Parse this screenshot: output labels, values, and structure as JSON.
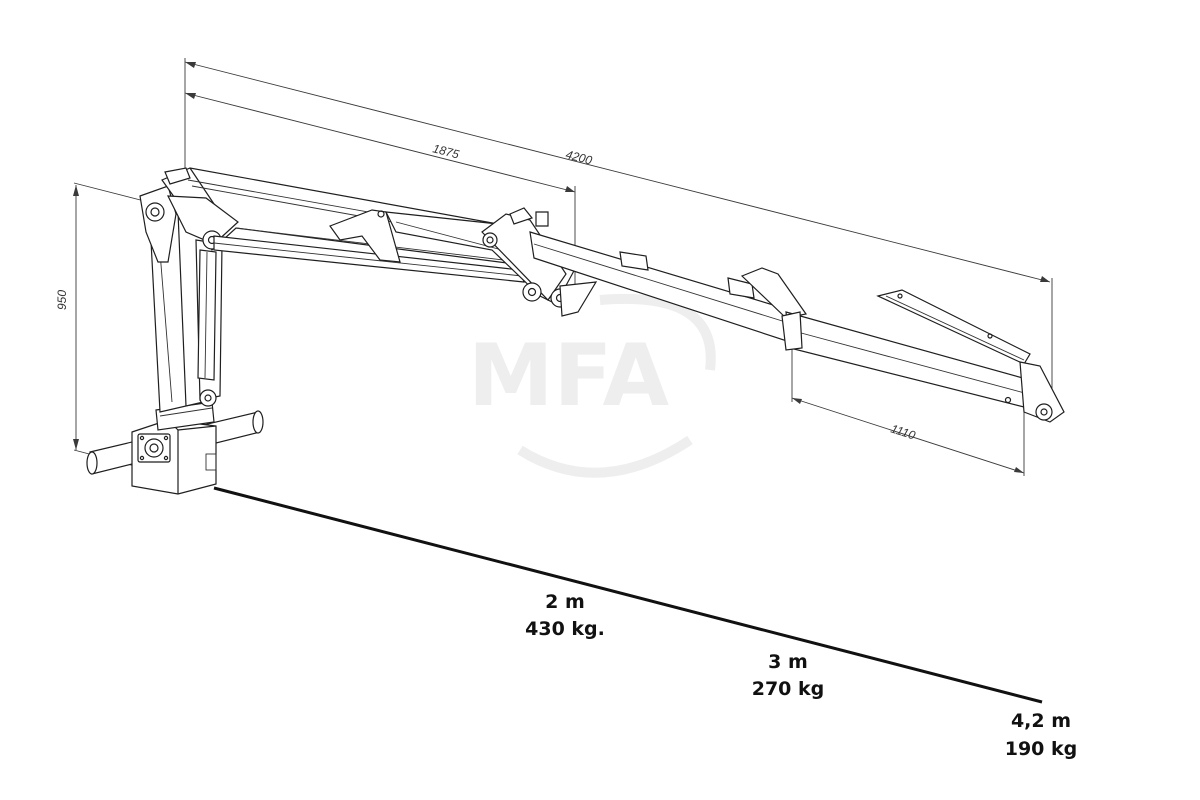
{
  "watermark": {
    "text": "MFA",
    "color": "#e9e9e9"
  },
  "dimensions": {
    "total_reach": "4200",
    "main_boom": "1875",
    "column_height": "950",
    "extension": "1110"
  },
  "load_chart": [
    {
      "reach": "2 m",
      "load": "430 kg."
    },
    {
      "reach": "3 m",
      "load": "270 kg"
    },
    {
      "reach": "4,2 m",
      "load": "190 kg"
    }
  ],
  "colors": {
    "line": "#1f1f1f",
    "text": "#111111",
    "background": "#ffffff"
  }
}
